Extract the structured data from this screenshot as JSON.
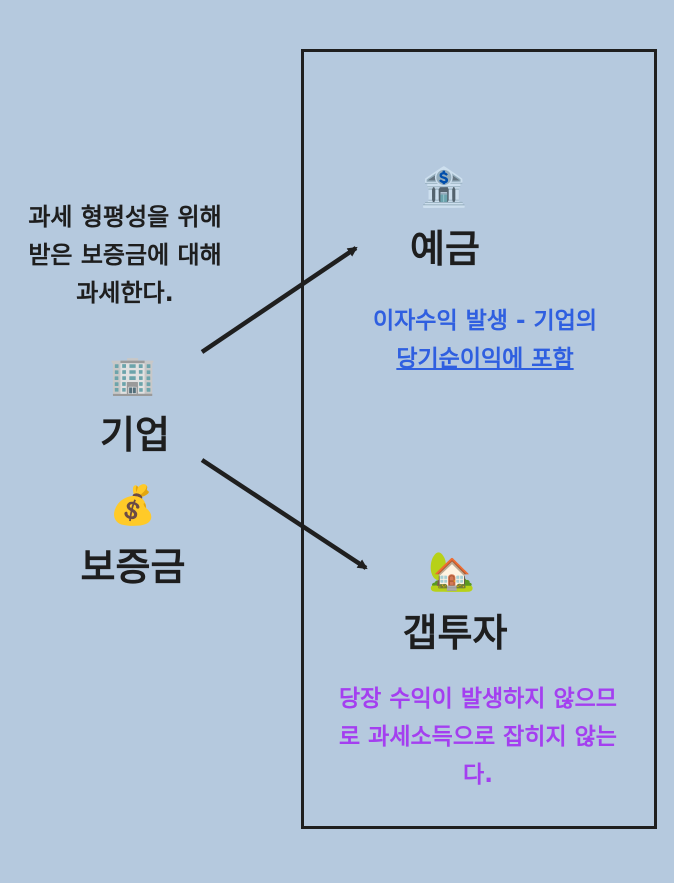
{
  "note": {
    "lines": [
      "과세 형평성을 위해",
      "받은 보증금에 대해",
      "과세한다."
    ]
  },
  "left": {
    "company_emoji": "🏢",
    "company_label": "기업",
    "deposit_emoji": "💰",
    "deposit_label": "보증금"
  },
  "bank": {
    "emoji": "🏦",
    "label": "예금",
    "desc_line1": "이자수익 발생 - 기업의",
    "desc_line2": "당기순이익에 포함"
  },
  "gap": {
    "emoji": "🏡",
    "label": "갭투자",
    "desc_lines": [
      "당장 수익이 발생하지 않으므",
      "로 과세소득으로 잡히지 않는",
      "다."
    ]
  },
  "colors": {
    "background": "#b5c9de",
    "blue_text": "#2f5fe0",
    "purple_text": "#a43ff0",
    "arrow": "#1f1f1f"
  }
}
